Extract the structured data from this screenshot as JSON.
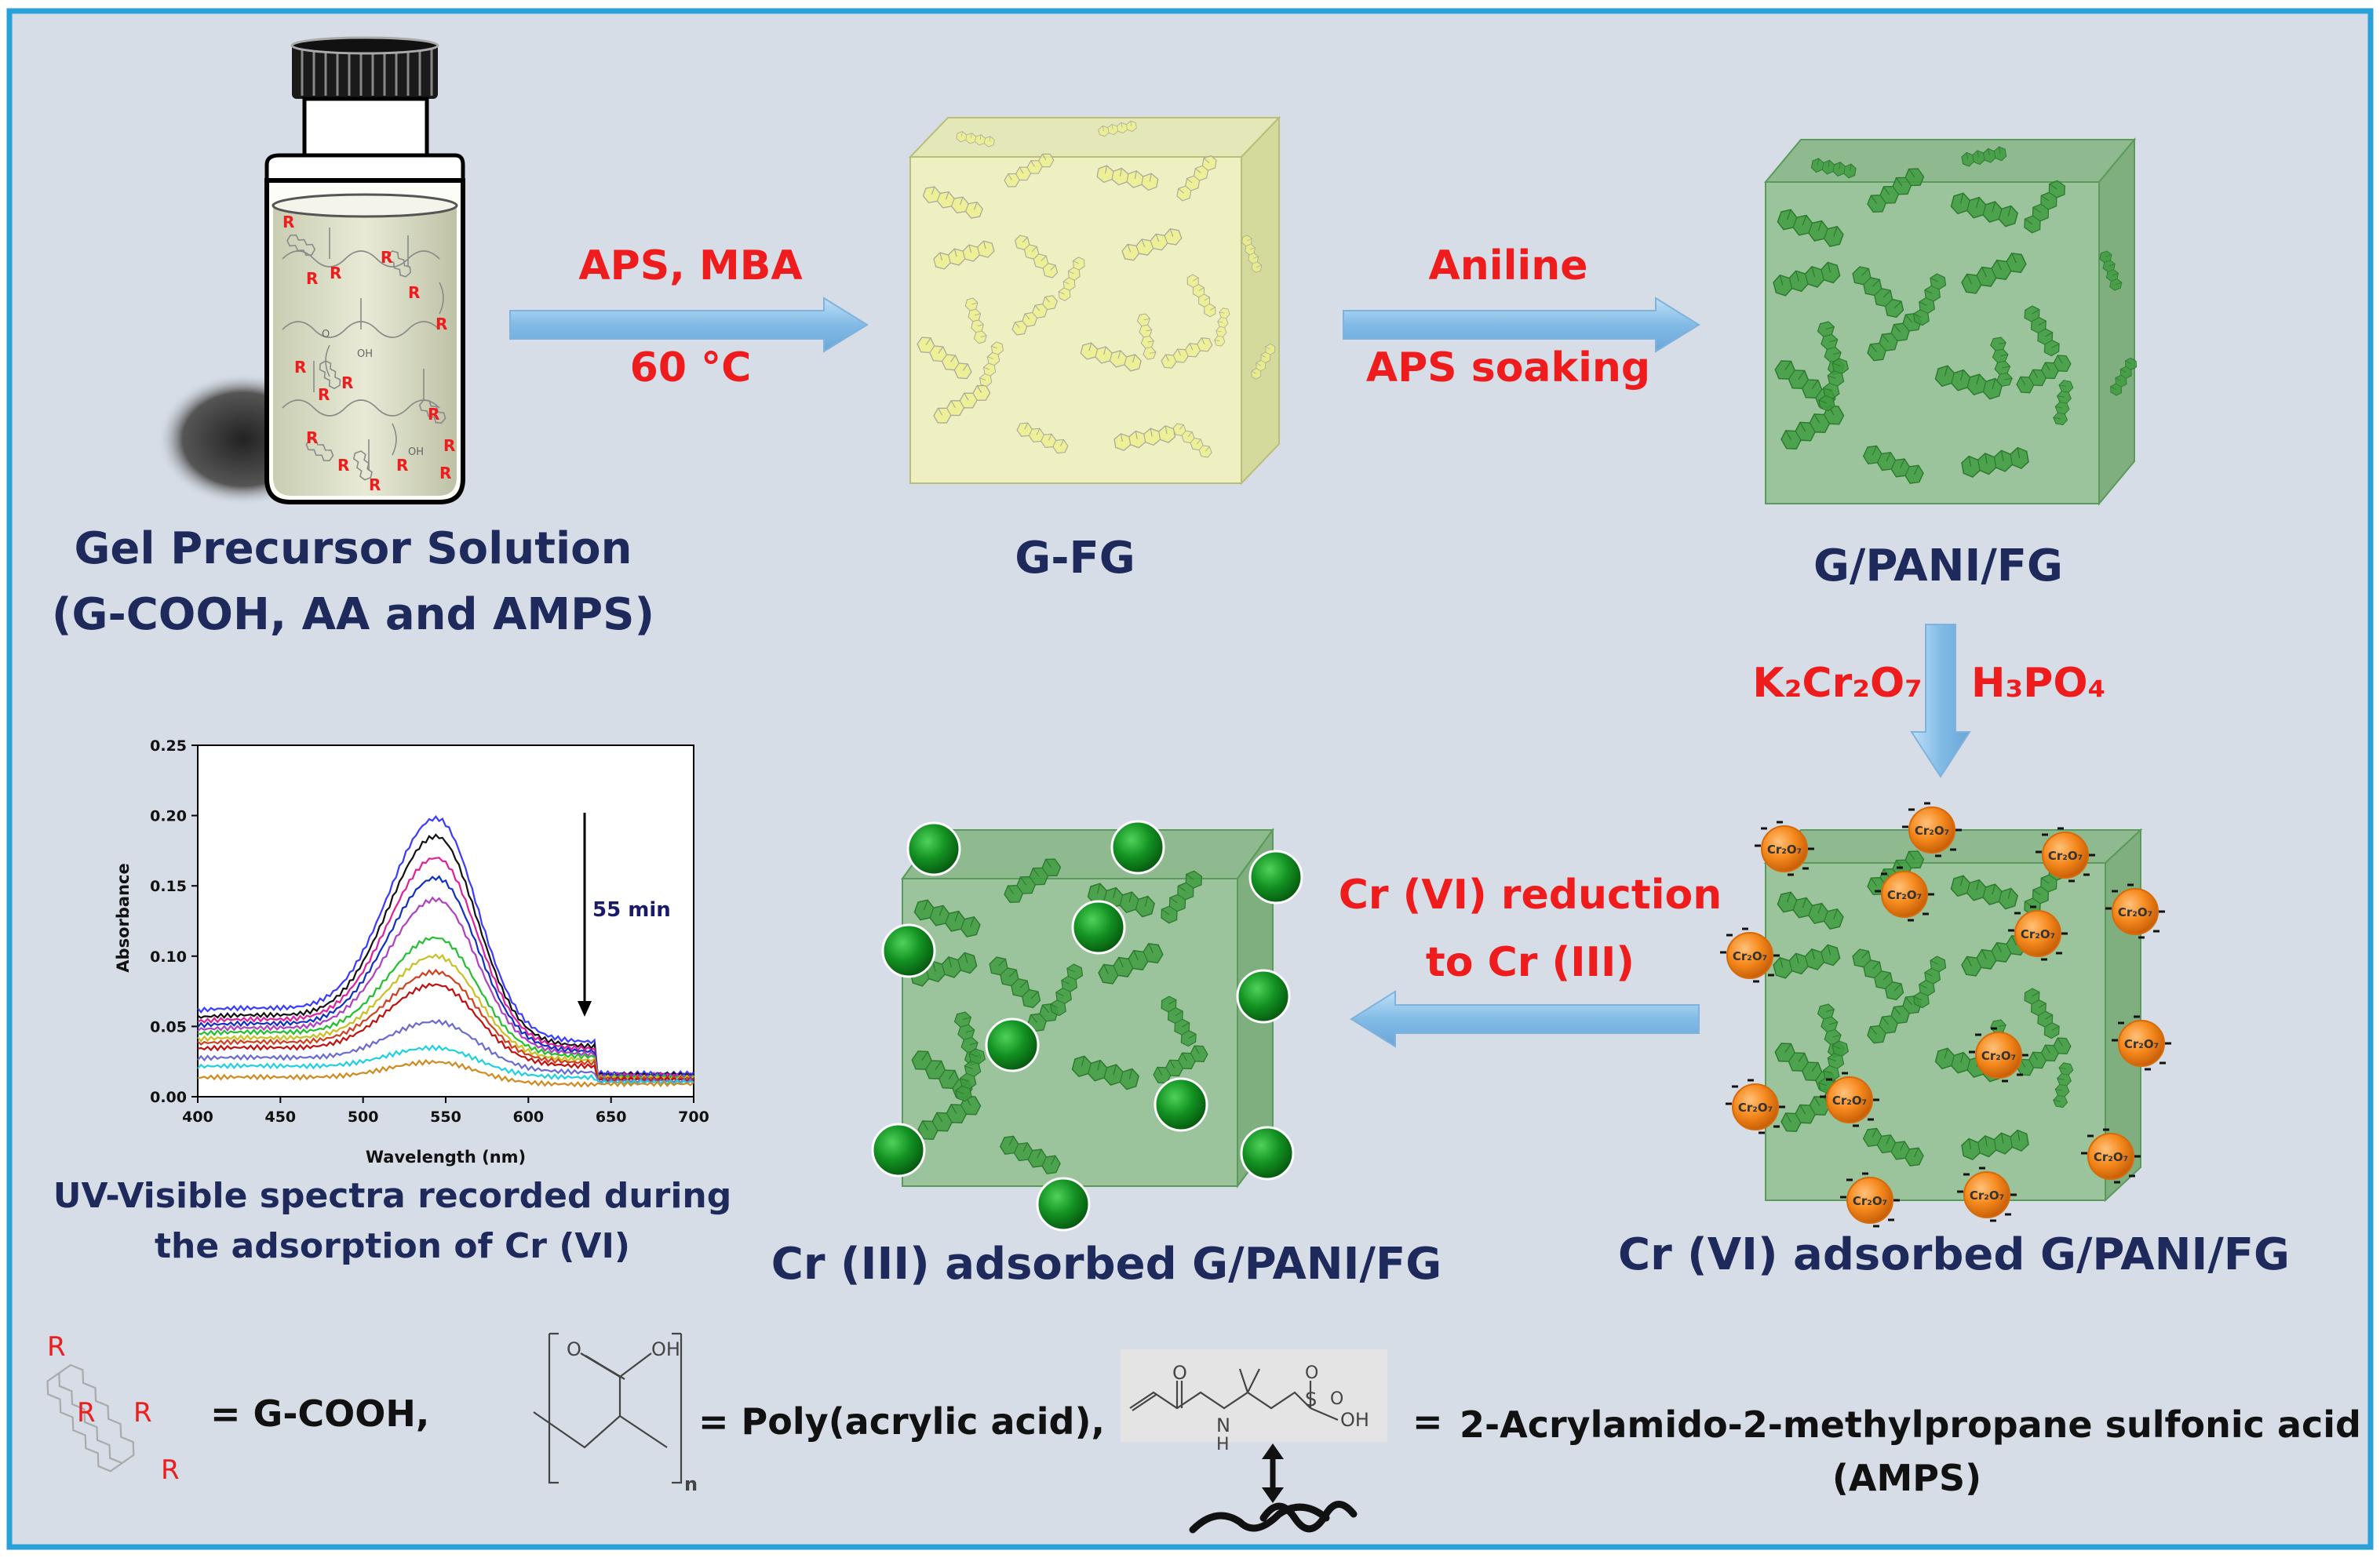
{
  "stages": {
    "precursor": {
      "line1": "Gel Precursor Solution",
      "line2": "(G-COOH, AA and AMPS)"
    },
    "gfg": {
      "label": "G-FG"
    },
    "gpani": {
      "label": "G/PANI/FG"
    },
    "cr6": {
      "label": "Cr (VI) adsorbed G/PANI/FG"
    },
    "cr3": {
      "label": "Cr (III) adsorbed G/PANI/FG"
    }
  },
  "steps": {
    "step1": {
      "top": "APS, MBA",
      "bottom": "60 °C"
    },
    "step2": {
      "top": "Aniline",
      "bottom": "APS soaking"
    },
    "step3": {
      "left": "K₂Cr₂O₇",
      "right": "H₃PO₄"
    },
    "step4": {
      "top": "Cr (VI) reduction",
      "bottom": "to Cr (III)"
    }
  },
  "ion_label": "Cr₂O₇",
  "spectra": {
    "caption_line1": "UV-Visible spectra recorded during",
    "caption_line2": "the adsorption of Cr (VI)",
    "time_label": "55 min"
  },
  "chart_data": {
    "type": "line",
    "xlabel": "Wavelength (nm)",
    "ylabel": "Absorbance",
    "xlim": [
      400,
      700
    ],
    "ylim": [
      0,
      0.25
    ],
    "xticks": [
      "400",
      "450",
      "500",
      "550",
      "600",
      "650",
      "700"
    ],
    "yticks": [
      "0.00",
      "0.05",
      "0.10",
      "0.15",
      "0.20",
      "0.25"
    ],
    "peak_wavelength": 545,
    "annotation": "55 min",
    "series": [
      {
        "color": "#3b3bff",
        "peak": 0.213,
        "baseline": 0.063
      },
      {
        "color": "#111111",
        "peak": 0.199,
        "baseline": 0.058
      },
      {
        "color": "#e0209a",
        "peak": 0.183,
        "baseline": 0.055
      },
      {
        "color": "#1030c0",
        "peak": 0.168,
        "baseline": 0.052
      },
      {
        "color": "#b040c0",
        "peak": 0.152,
        "baseline": 0.049
      },
      {
        "color": "#22c030",
        "peak": 0.124,
        "baseline": 0.046
      },
      {
        "color": "#c8c020",
        "peak": 0.11,
        "baseline": 0.042
      },
      {
        "color": "#d04020",
        "peak": 0.098,
        "baseline": 0.039
      },
      {
        "color": "#c01010",
        "peak": 0.088,
        "baseline": 0.035
      },
      {
        "color": "#6a6ad0",
        "peak": 0.06,
        "baseline": 0.028
      },
      {
        "color": "#20d0e0",
        "peak": 0.04,
        "baseline": 0.022
      },
      {
        "color": "#d08a20",
        "peak": 0.028,
        "baseline": 0.014
      }
    ]
  },
  "legend": {
    "gcooh": "= G-COOH,",
    "paa": "= Poly(acrylic acid),",
    "amps_eq": "=",
    "amps_line1": "2-Acrylamido-2-methylpropane sulfonic acid",
    "amps_line2": "(AMPS)",
    "r": "R",
    "oh": "OH",
    "o": "O",
    "nh": "N",
    "h": "H",
    "s": "S",
    "n": "n"
  },
  "colors": {
    "background": "#d6dde6",
    "frame": "#2aa0d8",
    "arrow": "#8ec2ea",
    "gel_green": "#5aa05a",
    "cr3_sphere": "#138a1c",
    "cr6_sphere": "#f08a1a"
  }
}
